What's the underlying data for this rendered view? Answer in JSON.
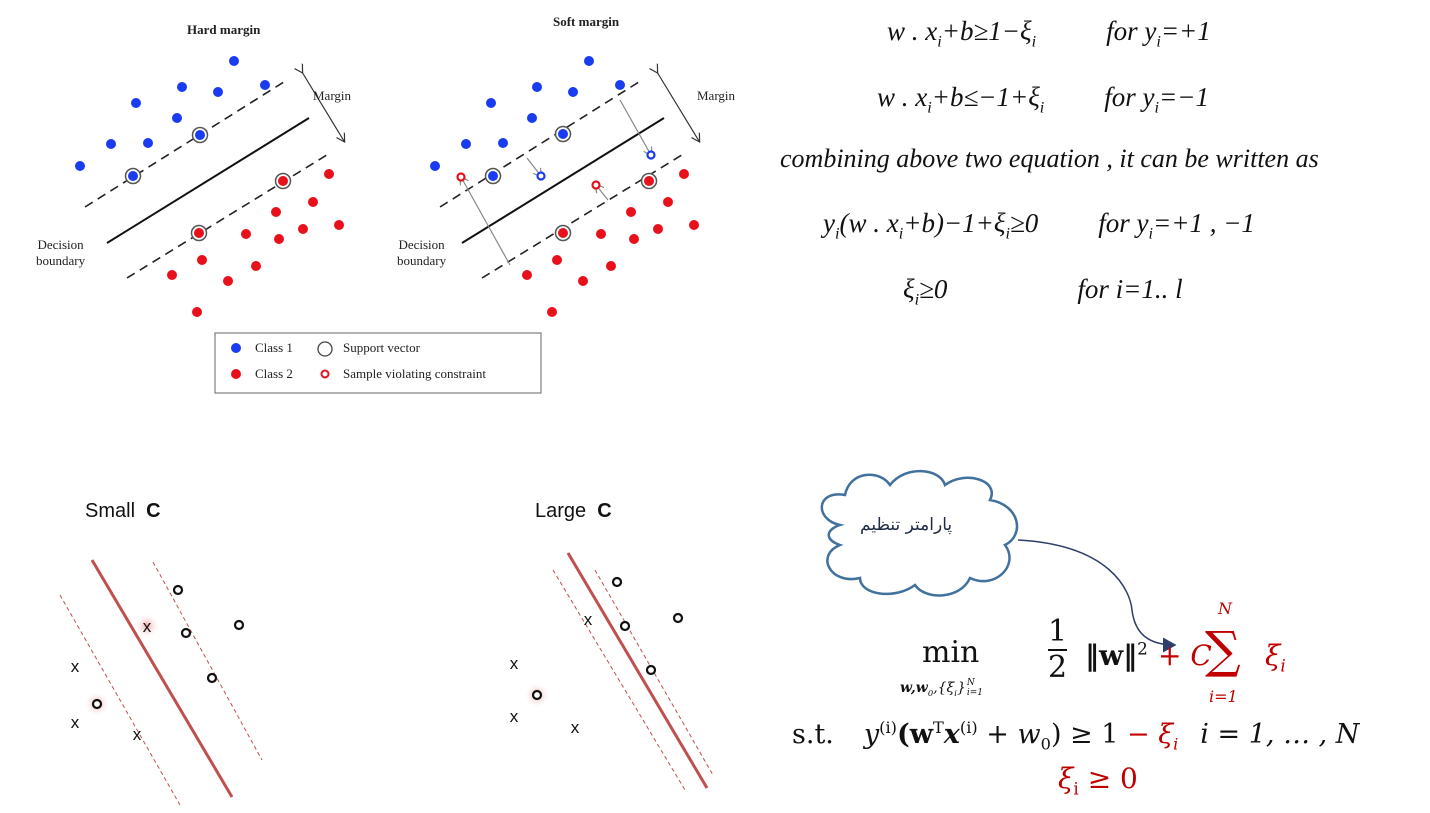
{
  "hard_margin": {
    "title": "Hard margin",
    "margin_label": "Margin",
    "boundary_label_1": "Decision",
    "boundary_label_2": "boundary"
  },
  "soft_margin": {
    "title": "Soft margin",
    "margin_label": "Margin",
    "boundary_label_1": "Decision",
    "boundary_label_2": "boundary"
  },
  "legend": {
    "class1": "Class 1",
    "class2": "Class 2",
    "support": "Support vector",
    "violating": "Sample violating constraint"
  },
  "colors": {
    "class1": "#1a3cf0",
    "class2": "#e8101a",
    "line": "#c0504d",
    "cloud": "#41719c",
    "accent": "#c00000"
  },
  "equations": {
    "l1": {
      "lhs": "w . x",
      "sub": "i",
      "rest": "+b≥1−ξ",
      "sub2": "i",
      "cond": "for y",
      "csub": "i",
      "cval": "=+1"
    },
    "l2": {
      "lhs": "w . x",
      "sub": "i",
      "rest": "+b≤−1+ξ",
      "sub2": "i",
      "cond": "for y",
      "csub": "i",
      "cval": "=−1"
    },
    "l3": "combining above two equation , it can be written as",
    "l4": {
      "a": "y",
      "asub": "i",
      "b": "(w . x",
      "bsub": "i",
      "c": "+b)−1+ξ",
      "csub": "i",
      "d": "≥0",
      "cond": "for y",
      "condsub": "i",
      "cval": "=+1 , −1"
    },
    "l5": {
      "a": "ξ",
      "asub": "i",
      "b": "≥0",
      "cond": "for i=1.. l"
    }
  },
  "small_c": {
    "label": "Small",
    "bold": "C",
    "x_mark": "x"
  },
  "large_c": {
    "label": "Large",
    "bold": "C",
    "x_mark": "x"
  },
  "cloud_text": "پارامتر تنظیم",
  "objective": {
    "min": "min",
    "min_sub": "w,w",
    "min_sub0": "0",
    "min_sub2": ",{ξ",
    "min_subi": "i",
    "min_sub3": "}",
    "min_supN": "N",
    "min_subi1": "i=1",
    "num": "1",
    "den": "2",
    "norm": "‖w‖",
    "sq": "2",
    "plusC": "+ C",
    "sigma": "∑",
    "sig_top": "N",
    "sig_bot": "i=1",
    "xi": "ξ",
    "xi_sub": "i",
    "st": "s.t.",
    "c1": "y",
    "c1sup": "(i)",
    "c2": "(w",
    "c2sup": "T",
    "c3": "x",
    "c3sup": "(i)",
    "c4": " + w",
    "c4sub": "0",
    "c5": ") ≥ 1",
    "c6": " − ξ",
    "c6sub": "i",
    "c7": "i = 1, … , N",
    "pos": "ξ",
    "pos_sub": "i",
    "pos_rest": " ≥ 0"
  }
}
